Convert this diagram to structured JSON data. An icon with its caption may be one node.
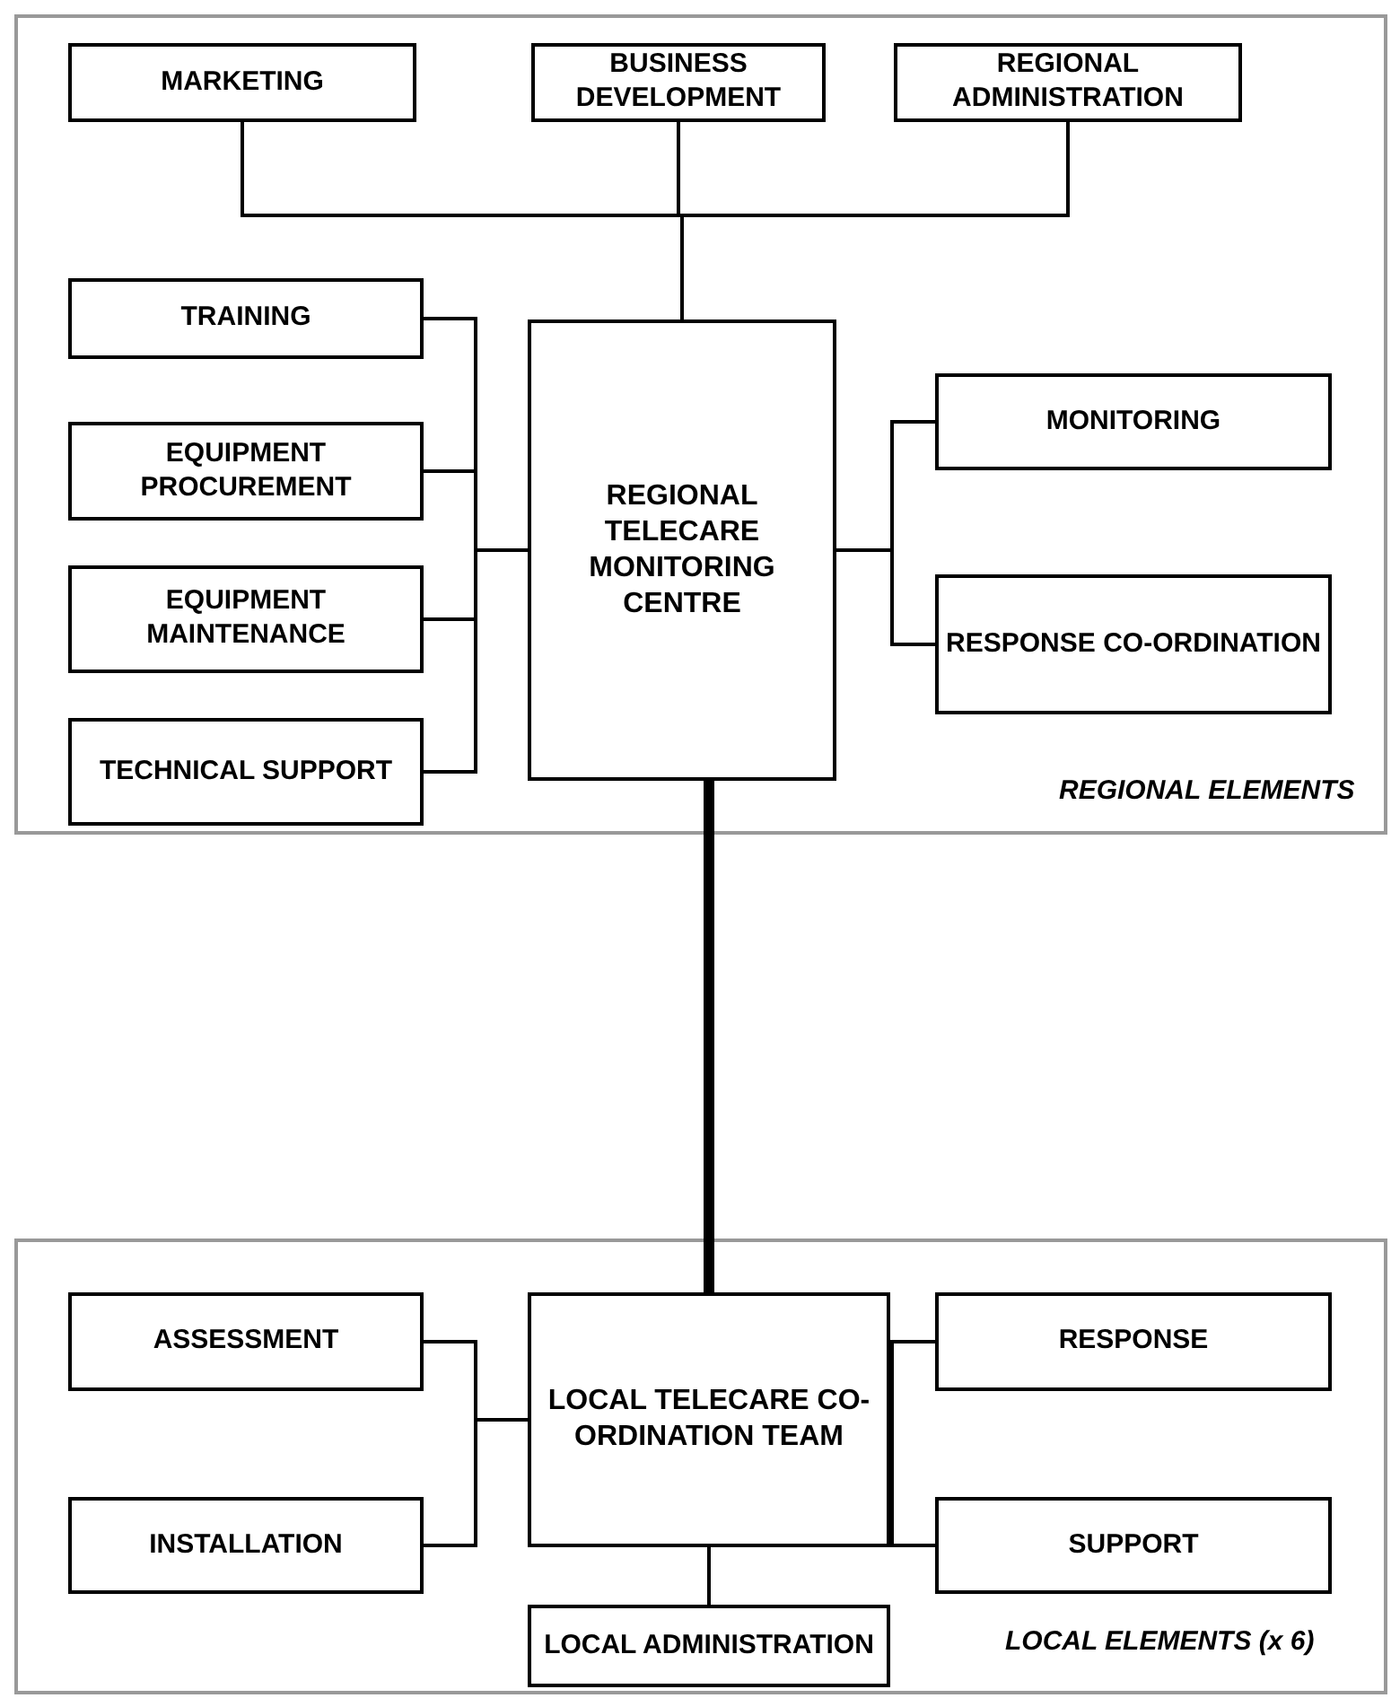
{
  "diagram": {
    "nodes": [
      {
        "text": [
          "REGIONAL ELEMENTS"
        ]
      },
      {
        "text": [
          "MARKETING"
        ],
        "in": 0
      },
      {
        "text": [
          "BUSINESS DEVELOPMENT"
        ],
        "in": 0
      },
      {
        "text": [
          "REGIONAL ADMINISTRATION"
        ],
        "in": 0
      },
      {
        "text": [
          "TRAINING"
        ],
        "in": 0
      },
      {
        "text": [
          "EQUIPMENT PROCUREMENT"
        ],
        "in": 0
      },
      {
        "text": [
          "EQUIPMENT MAINTENANCE"
        ],
        "in": 0
      },
      {
        "text": [
          "TECHNICAL SUPPORT"
        ],
        "in": 0
      },
      {
        "text": [
          "REGIONAL TELECARE MONITORING CENTRE"
        ],
        "in": 0
      },
      {
        "text": [
          "MONITORING"
        ],
        "in": 0
      },
      {
        "text": [
          "RESPONSE CO-ORDINATION"
        ],
        "in": 0
      },
      {
        "text": [
          "LOCAL ELEMENTS (x 6)"
        ]
      },
      {
        "text": [
          "ASSESSMENT"
        ],
        "in": 11
      },
      {
        "text": [
          "INSTALLATION"
        ],
        "in": 11
      },
      {
        "text": [
          "LOCAL TELECARE CO-ORDINATION TEAM"
        ],
        "in": 11
      },
      {
        "text": [
          "RESPONSE"
        ],
        "in": 11
      },
      {
        "text": [
          "SUPPORT"
        ],
        "in": 11
      },
      {
        "text": [
          "LOCAL ADMINISTRATION"
        ],
        "in": 11
      }
    ],
    "edges": [
      {
        "from": 1,
        "to": 8,
        "arrow": "none"
      },
      {
        "from": 2,
        "to": 8,
        "arrow": "none"
      },
      {
        "from": 3,
        "to": 8,
        "arrow": "none"
      },
      {
        "from": 4,
        "to": 8,
        "arrow": "none"
      },
      {
        "from": 5,
        "to": 8,
        "arrow": "none"
      },
      {
        "from": 6,
        "to": 8,
        "arrow": "none"
      },
      {
        "from": 7,
        "to": 8,
        "arrow": "none"
      },
      {
        "from": 8,
        "to": 9,
        "arrow": "none"
      },
      {
        "from": 8,
        "to": 10,
        "arrow": "none"
      },
      {
        "from": 8,
        "to": 14,
        "arrow": "none",
        "style": "thick"
      },
      {
        "from": 12,
        "to": 14,
        "arrow": "none"
      },
      {
        "from": 13,
        "to": 14,
        "arrow": "none"
      },
      {
        "from": 14,
        "to": 15,
        "arrow": "none"
      },
      {
        "from": 14,
        "to": 16,
        "arrow": "none"
      },
      {
        "from": 14,
        "to": 17,
        "arrow": "none"
      }
    ]
  }
}
